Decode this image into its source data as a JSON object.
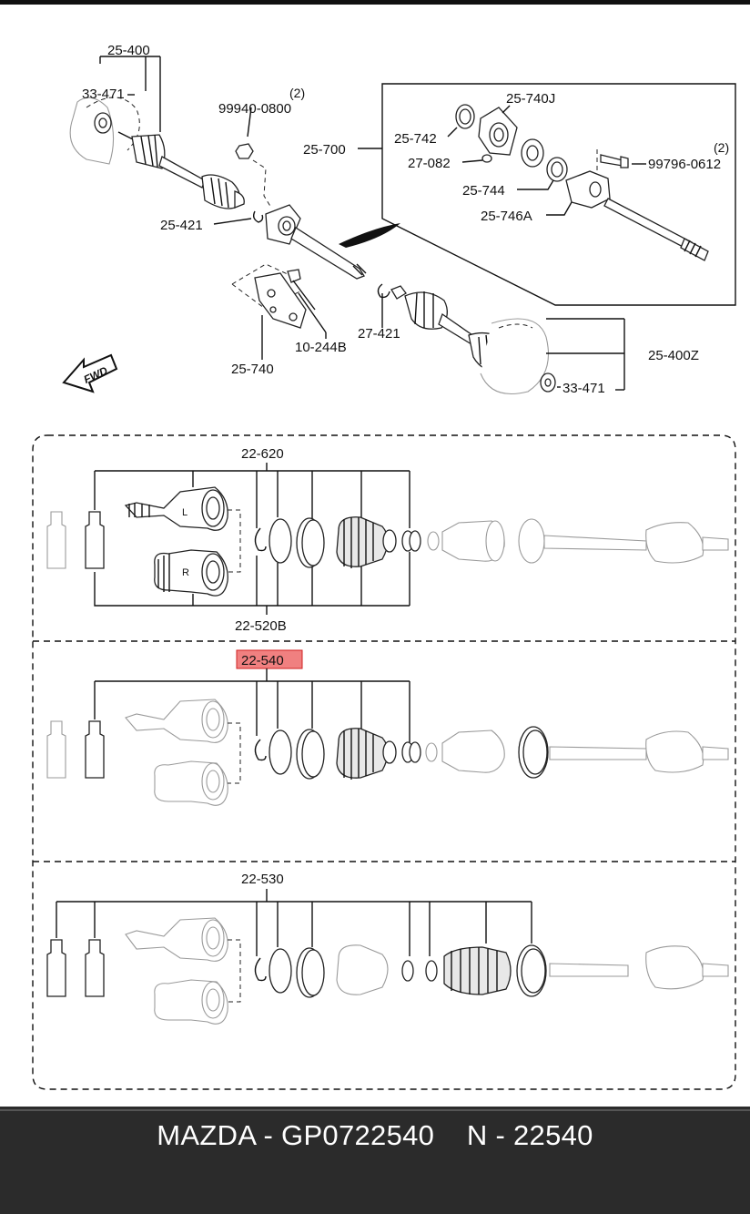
{
  "labels": {
    "top": {
      "l_25_400": "25-400",
      "l_33_471_a": "33-471",
      "l_99940": "99940-0800",
      "l_99940_qty": "(2)",
      "l_25_740j": "25-740J",
      "l_25_742": "25-742",
      "l_25_700": "25-700",
      "l_27_082": "27-082",
      "l_99796": "99796-0612",
      "l_99796_qty": "(2)",
      "l_25_744": "25-744",
      "l_25_746a": "25-746A",
      "l_25_421": "25-421",
      "l_27_421": "27-421",
      "l_10_244b": "10-244B",
      "l_25_740": "25-740",
      "l_25_400z": "25-400Z",
      "l_33_471_b": "33-471",
      "fwd": "FWD"
    },
    "kits": {
      "k_22_620": "22-620",
      "k_22_520b": "22-520B",
      "k_22_540": "22-540",
      "k_22_530": "22-530",
      "joint_left": "L",
      "joint_right": "R"
    }
  },
  "colors": {
    "highlight_fill": "#f08080",
    "highlight_border": "#d02020",
    "footer_bg": "#2b2b2b",
    "footer_text": "#ffffff"
  },
  "footer": {
    "text": "MAZDA - GP0722540    N - 22540"
  }
}
